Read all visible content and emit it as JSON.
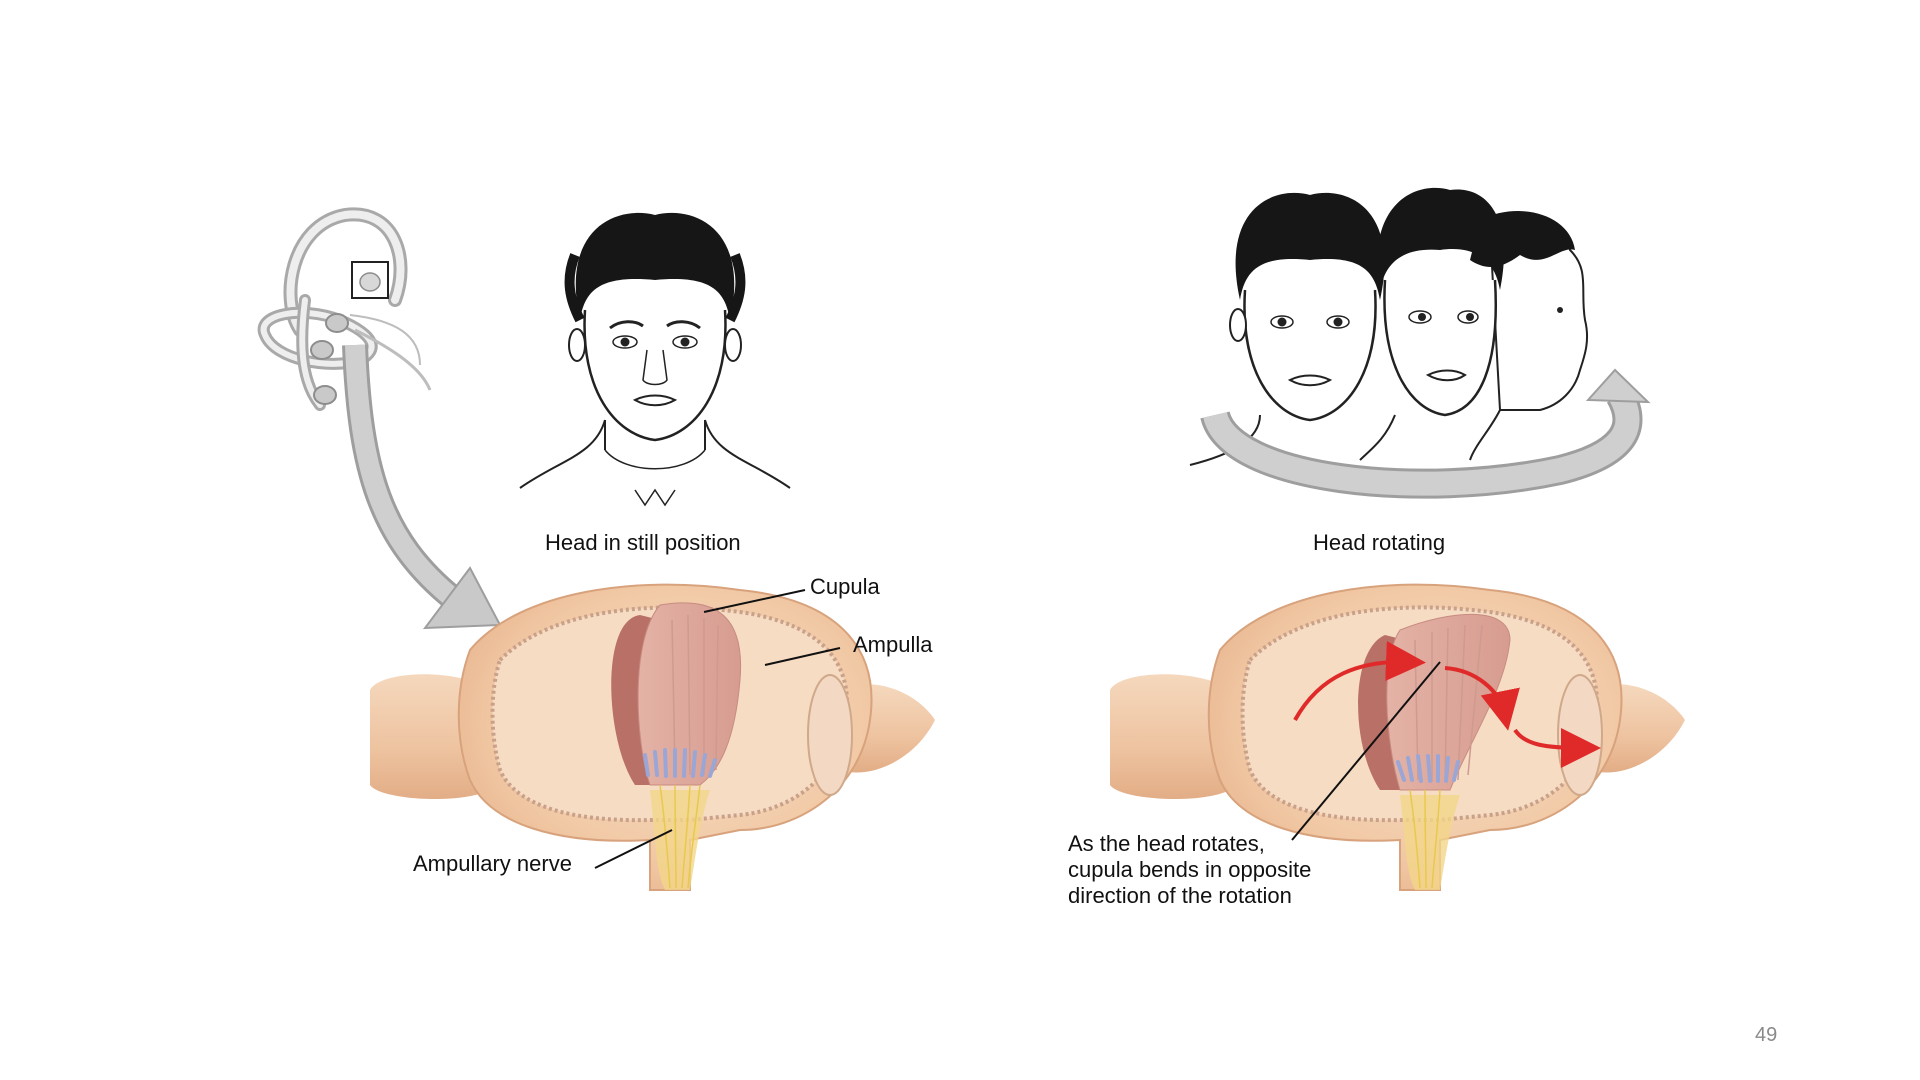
{
  "labels": {
    "head_still": "Head in still position",
    "head_rotating": "Head rotating",
    "cupula": "Cupula",
    "ampulla": "Ampulla",
    "ampullary_nerve": "Ampullary nerve",
    "rotation_caption_line1": "As the head rotates,",
    "rotation_caption_line2": "cupula bends in opposite",
    "rotation_caption_line3": "direction of the rotation"
  },
  "page_number": "49",
  "colors": {
    "ampulla_fill": "#f1c8a4",
    "ampulla_inner": "#f6dcc3",
    "cupula": "#dba59a",
    "cupula_shadow": "#b97067",
    "nerve": "#e8d36a",
    "hair_cells": "#9aa6d6",
    "rotation_arrow": "#e02a2a",
    "gray_arrow": "#b9b9b9"
  }
}
